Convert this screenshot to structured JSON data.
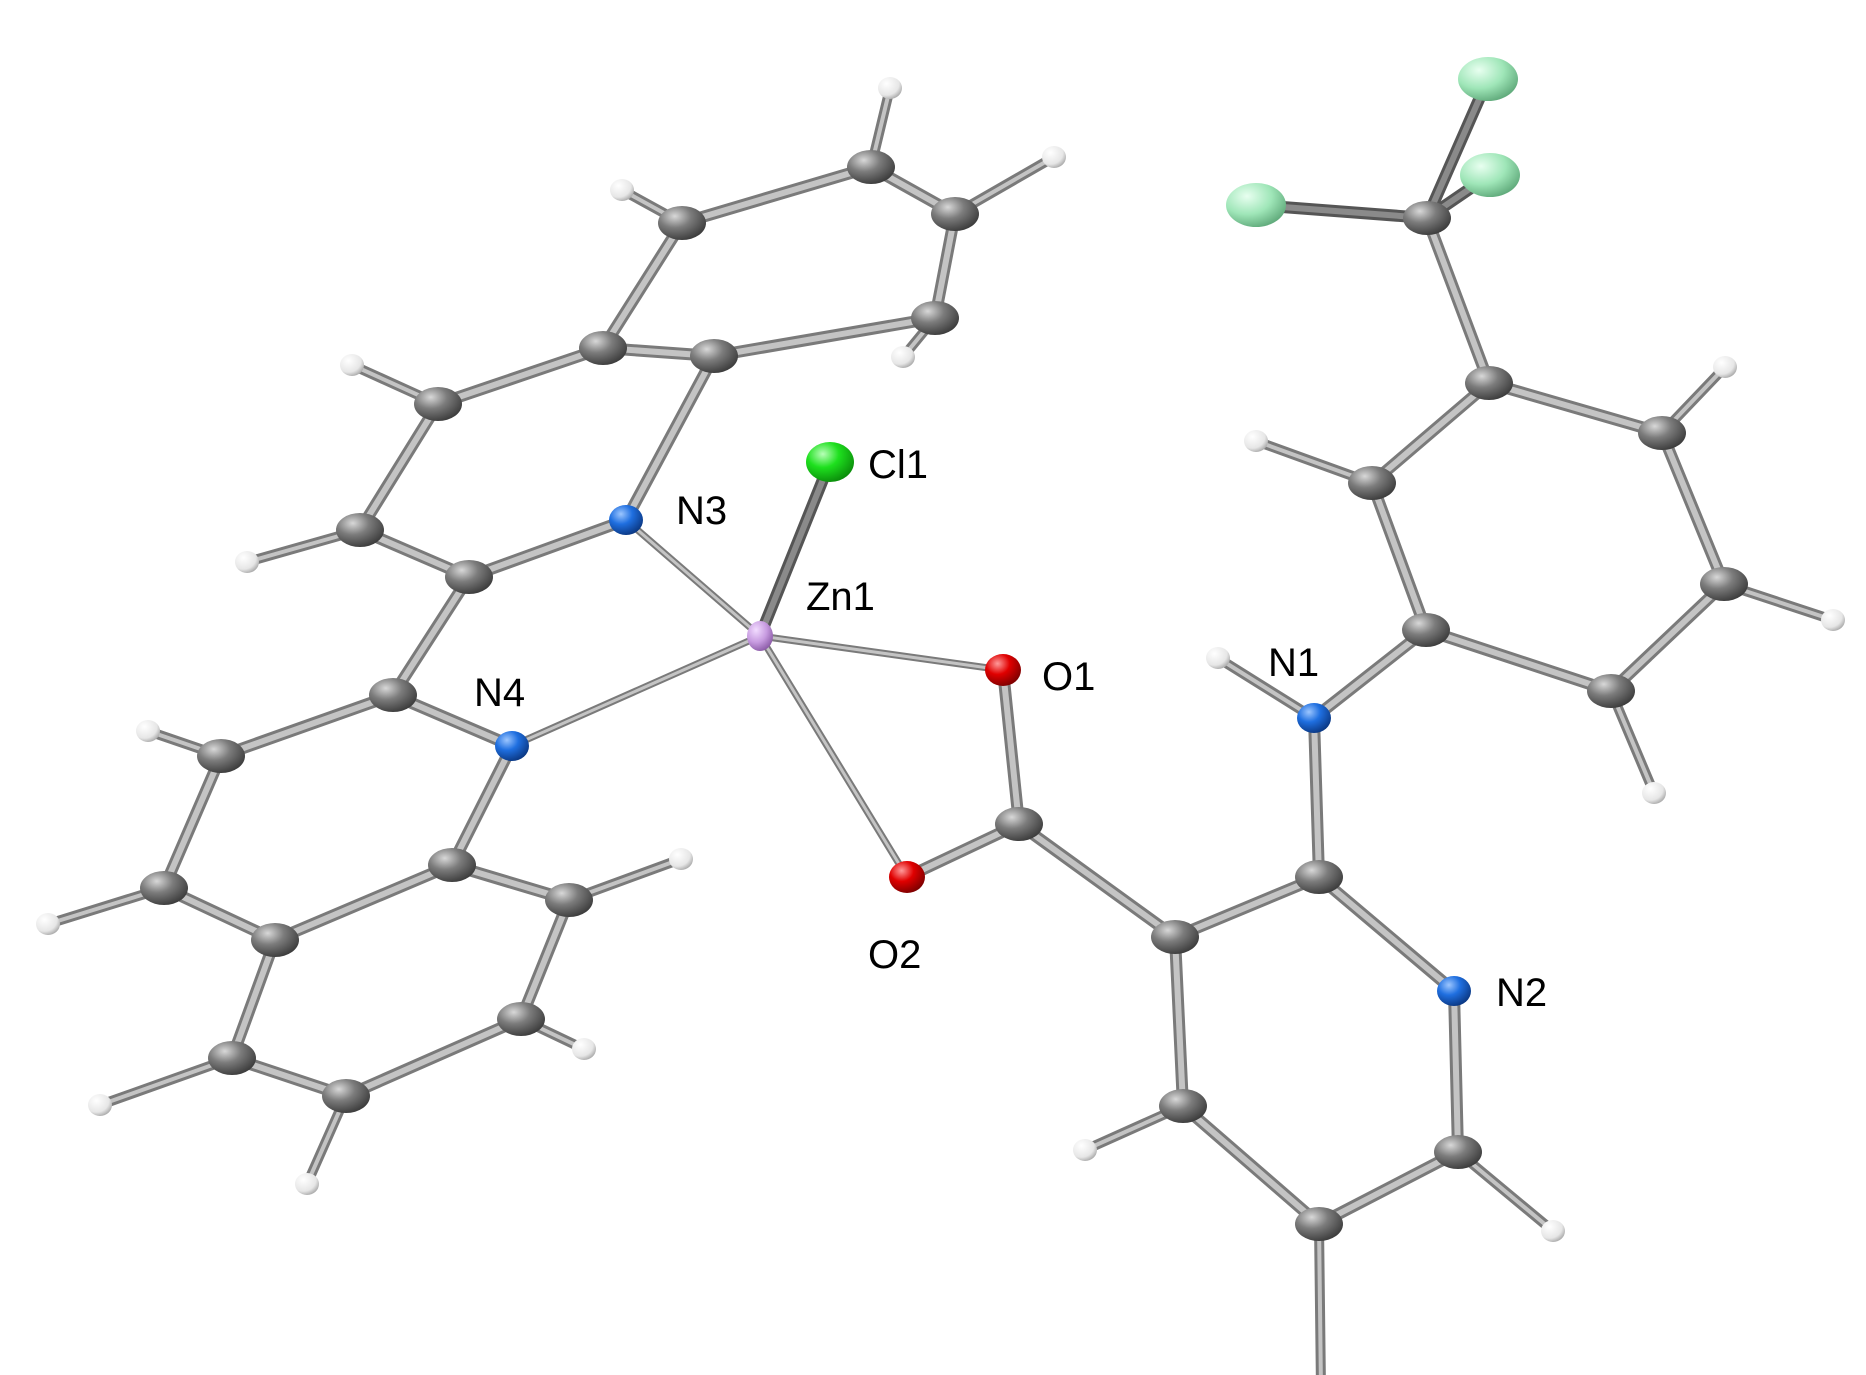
{
  "figure": {
    "type": "ball-and-stick crystal structure",
    "colors": {
      "background": "#ffffff",
      "bond": "#a4a4a4",
      "bond_dark": "#7a7a7a",
      "C": "#6e6e6e",
      "H": "#f0f0f0",
      "N": "#1f6fe0",
      "O": "#e00000",
      "Cl": "#1ee01e",
      "F": "#9fe6b8",
      "Zn": "#c79be0"
    },
    "labels": {
      "cl1": "Cl1",
      "zn1": "Zn1",
      "n1": "N1",
      "n2": "N2",
      "n3": "N3",
      "n4": "N4",
      "o1": "O1",
      "o2": "O2"
    }
  }
}
